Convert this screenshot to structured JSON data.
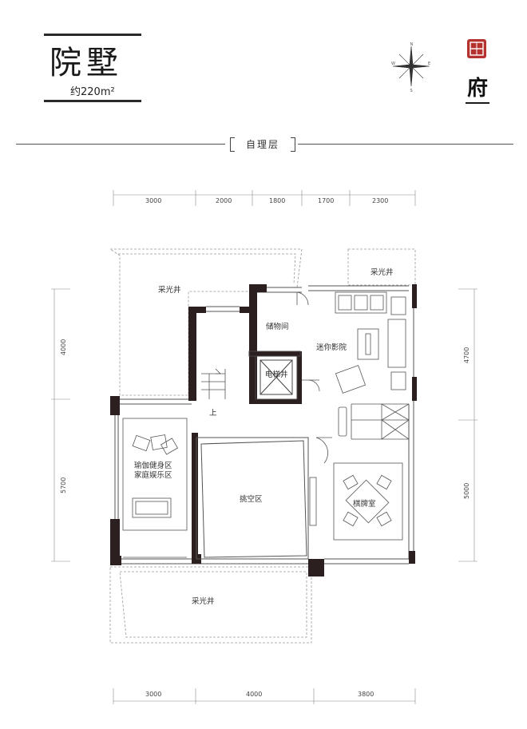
{
  "header": {
    "title": "院墅",
    "area": "约220m²",
    "brand_char": "府"
  },
  "floor": {
    "label": "自理层"
  },
  "compass": {
    "north": "N",
    "south": "S",
    "east": "E",
    "west": "W"
  },
  "rooms": {
    "light_well_top": "采光井",
    "light_well_top_right": "采光井",
    "light_well_bottom": "采光井",
    "storage": "储物间",
    "elevator": "电梯井",
    "cinema": "迷你影院",
    "up": "上",
    "yoga": "瑜伽健身区",
    "family_ent": "家庭娱乐区",
    "void": "挑空区",
    "chess": "棋牌室"
  },
  "dimensions": {
    "top": [
      "3000",
      "2000",
      "1800",
      "1700",
      "2300"
    ],
    "bottom": [
      "3000",
      "4000",
      "3800"
    ],
    "left": [
      "4000",
      "5700"
    ],
    "right": [
      "4700",
      "5000"
    ]
  },
  "colors": {
    "wall": "#2b1f1f",
    "line": "#555555",
    "brand_red": "#b5322f"
  }
}
